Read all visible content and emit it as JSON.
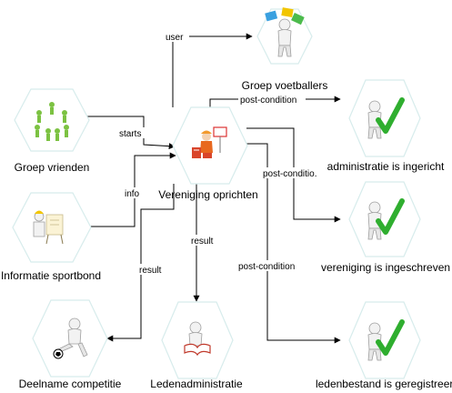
{
  "nodes": {
    "groep_voetballers": {
      "label": "Groep voetballers",
      "icon": "person-holding-cards-icon"
    },
    "groep_vrienden": {
      "label": "Groep vrienden",
      "icon": "group-of-people-icon"
    },
    "vereniging_oprichten": {
      "label": "Vereniging oprichten",
      "icon": "construction-worker-icon"
    },
    "informatie_sportbond": {
      "label": "Informatie sportbond",
      "icon": "person-with-board-icon"
    },
    "administratie_ingericht": {
      "label": "administratie is ingericht",
      "icon": "person-checkmark-icon"
    },
    "vereniging_ingeschreven": {
      "label": "vereniging is ingeschreven",
      "icon": "person-checkmark-icon"
    },
    "ledenbestand_geregistreerd": {
      "label": "ledenbestand is geregistreerd",
      "icon": "person-checkmark-icon"
    },
    "deelname_competitie": {
      "label": "Deelname competitie",
      "icon": "person-kicking-ball-icon"
    },
    "ledenadministratie": {
      "label": "Ledenadministratie",
      "icon": "person-reading-book-icon"
    }
  },
  "edges": {
    "user": "user",
    "starts": "starts",
    "info": "info",
    "post_condition_1": "post-condition",
    "post_condition_2": "post-conditio.",
    "post_condition_3": "post-condition",
    "result_1": "result",
    "result_2": "result"
  },
  "colors": {
    "hex_stroke": "#d7ecec",
    "check_green": "#2fae2f",
    "figure_gray": "#bdbdbd",
    "figure_white": "#f2f2f2"
  }
}
